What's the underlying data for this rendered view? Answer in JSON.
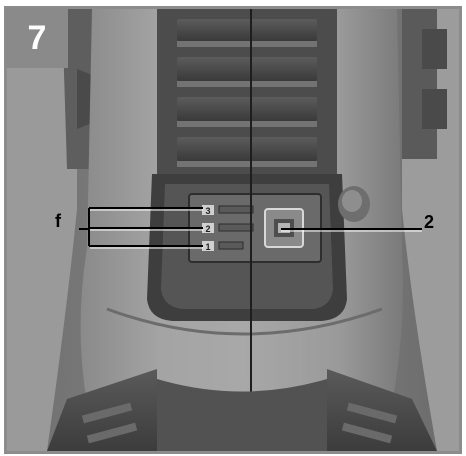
{
  "figure": {
    "number": "7",
    "callouts": {
      "f": "f",
      "two": "2"
    },
    "selector_marks": [
      "3",
      "2",
      "1"
    ]
  },
  "colors": {
    "frame": "#8c8c8c",
    "badge": "#8a8a8a",
    "housing_light": "#9d9d9d",
    "housing_dark": "#3e3e3e",
    "grip_dark": "#4a4a4a"
  }
}
